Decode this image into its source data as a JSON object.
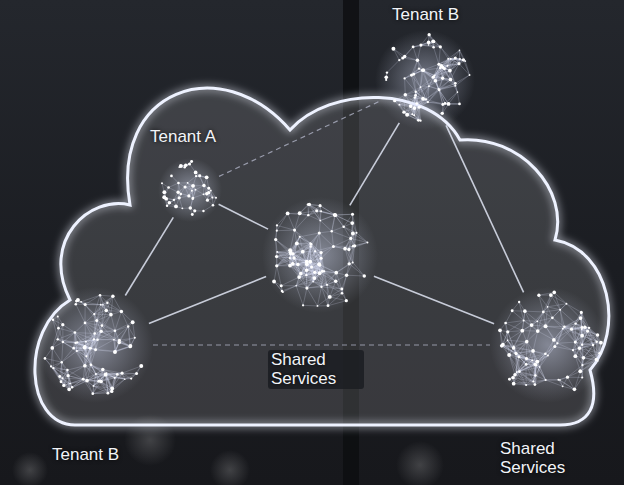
{
  "diagram": {
    "nodes": [
      {
        "text": [
          "Tenant B"
        ]
      },
      {
        "text": [
          "Tenant A"
        ]
      },
      {
        "text": [
          "Shared Services"
        ]
      },
      {
        "text": [
          "Tenant B"
        ]
      },
      {
        "text": [
          "Shared Services"
        ]
      }
    ],
    "edges": [
      {
        "from": 1,
        "to": 2,
        "arrow": "none"
      },
      {
        "from": 1,
        "to": 3,
        "arrow": "none"
      },
      {
        "from": 1,
        "to": 0,
        "arrow": "none"
      },
      {
        "from": 0,
        "to": 2,
        "arrow": "none"
      },
      {
        "from": 0,
        "to": 4,
        "arrow": "none"
      },
      {
        "from": 2,
        "to": 3,
        "arrow": "none"
      },
      {
        "from": 2,
        "to": 4,
        "arrow": "none"
      },
      {
        "from": 3,
        "to": 4,
        "arrow": "none"
      }
    ]
  }
}
